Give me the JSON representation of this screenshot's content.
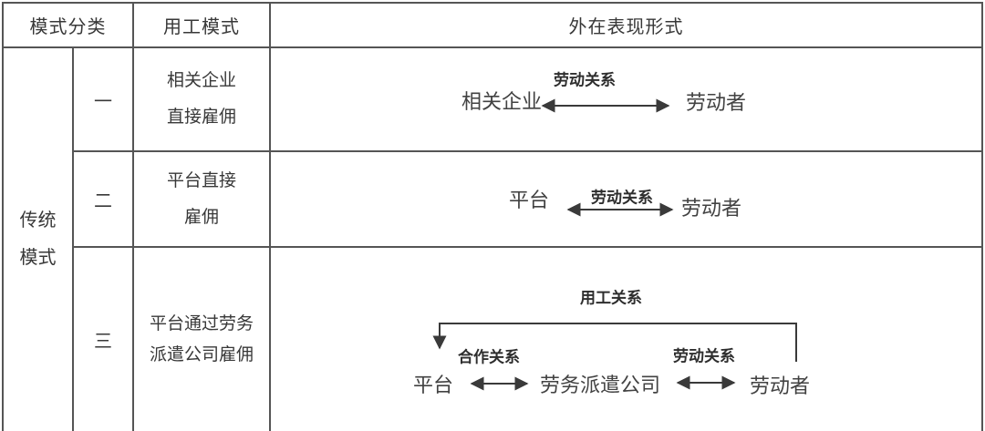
{
  "colors": {
    "border": "#555555",
    "text": "#3c3c3c",
    "line": "#3a3a3a",
    "background": "#ffffff"
  },
  "header": {
    "mode_classification": "模式分类",
    "employment_mode": "用工模式",
    "external_form": "外在表现形式"
  },
  "group_label": {
    "line1": "传统",
    "line2": "模式"
  },
  "rows": [
    {
      "index": "一",
      "mode_line1": "相关企业",
      "mode_line2": "直接雇佣"
    },
    {
      "index": "二",
      "mode_line1": "平台直接",
      "mode_line2": "雇佣"
    },
    {
      "index": "三",
      "mode_line1": "平台通过劳务",
      "mode_line2": "派遣公司雇佣"
    }
  ],
  "diagrams": {
    "row1": {
      "left_node": "相关企业",
      "arrow_label": "劳动关系",
      "right_node": "劳动者"
    },
    "row2": {
      "left_node": "平台",
      "arrow_label": "劳动关系",
      "right_node": "劳动者"
    },
    "row3": {
      "top_label": "用工关系",
      "left_node": "平台",
      "left_arrow_label": "合作关系",
      "middle_node": "劳务派遣公司",
      "right_arrow_label": "劳动关系",
      "right_node": "劳动者"
    }
  }
}
